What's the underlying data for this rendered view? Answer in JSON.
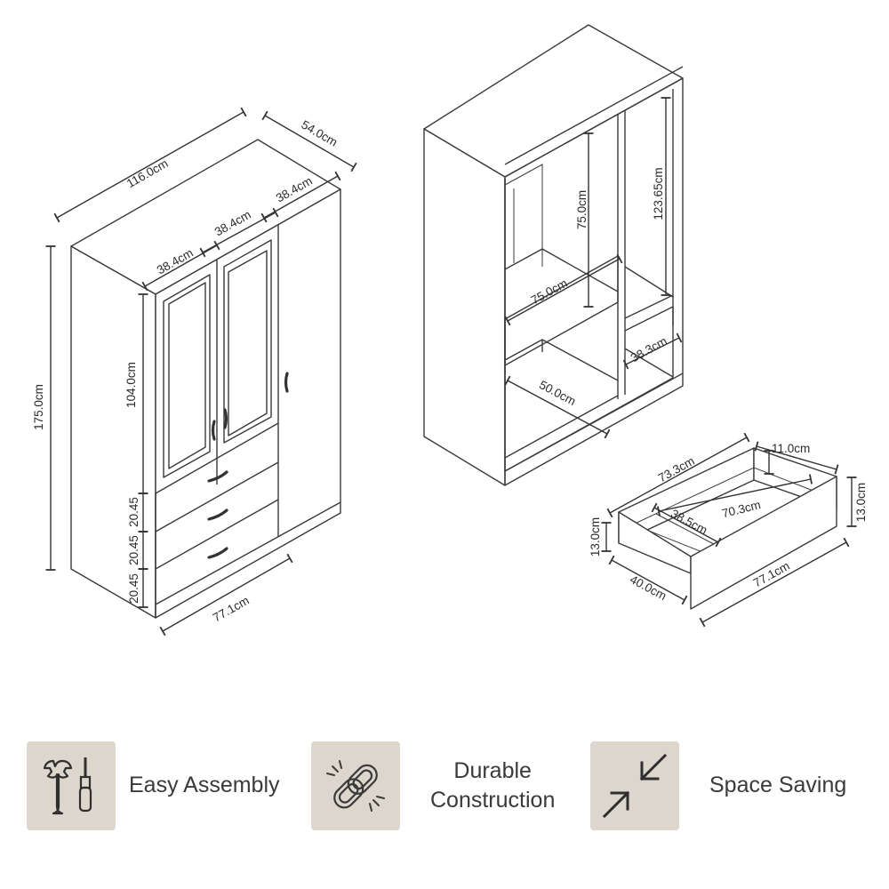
{
  "wardrobe_front": {
    "width": "116.0cm",
    "depth": "54.0cm",
    "height": "175.0cm",
    "door_width_left": "38.4cm",
    "door_width_middle": "38.4cm",
    "door_width_right": "38.4cm",
    "door_height": "104.0cm",
    "drawer_height_1": "20.45",
    "drawer_height_2": "20.45",
    "drawer_height_3": "20.45",
    "base_width": "77.1cm"
  },
  "wardrobe_interior": {
    "hanging_height": "75.0cm",
    "hanging_width": "75.0cm",
    "right_column_height": "123.65cm",
    "right_shelf_width": "38.3cm",
    "bottom_shelf_width": "50.0cm"
  },
  "drawer": {
    "side_depth": "11.0cm",
    "front_height": "13.0cm",
    "back_height": "13.0cm",
    "inner_length": "73.3cm",
    "inner_depth": "38.5cm",
    "inner_width": "70.3cm",
    "outer_depth": "40.0cm",
    "outer_width": "77.1cm"
  },
  "features": [
    {
      "icon": "tools-icon",
      "label": "Easy Assembly"
    },
    {
      "icon": "chain-link-icon",
      "label": "Durable\nConstruction"
    },
    {
      "icon": "compress-arrows-icon",
      "label": "Space Saving"
    }
  ],
  "colors": {
    "tile": "#ddd6cc",
    "line": "#3a3a3a",
    "text": "#2b2b2b"
  }
}
